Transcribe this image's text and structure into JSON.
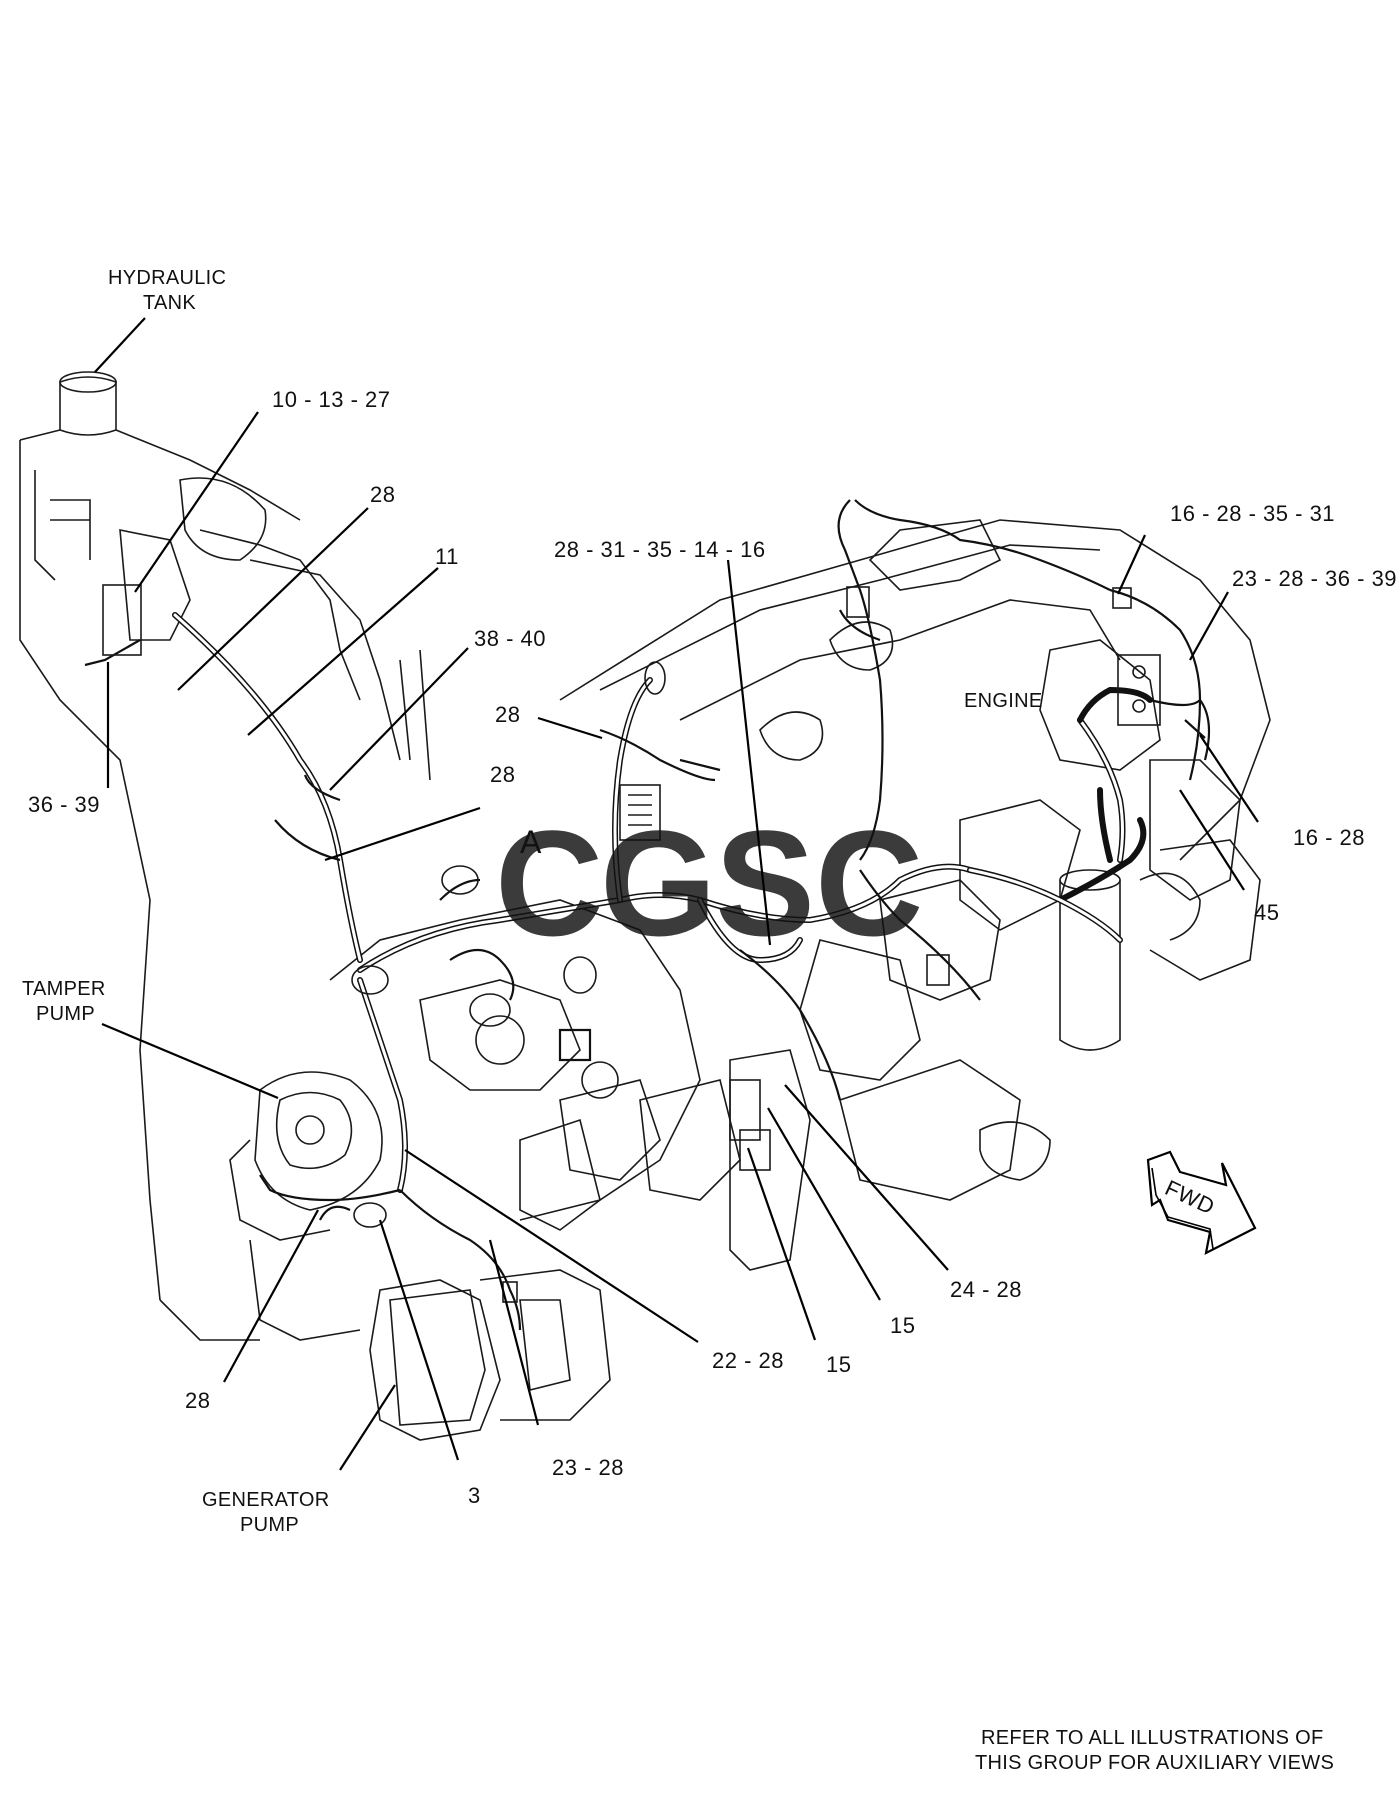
{
  "callouts": {
    "hydraulic_tank_1": "HYDRAULIC",
    "hydraulic_tank_2": "TANK",
    "c_10_13_27": "10 - 13 - 27",
    "c_28_a": "28",
    "c_11": "11",
    "c_38_40": "38 - 40",
    "c_28_b": "28",
    "c_28_c": "28",
    "c_36_39": "36 - 39",
    "c_28_31_35_14_16": "28 - 31 - 35 - 14 - 16",
    "c_16_28_35_31": "16 - 28 - 35 - 31",
    "c_23_28_36_39": "23 - 28 - 36 - 39",
    "engine": "ENGINE",
    "c_16_28": "16 - 28",
    "c_45": "45",
    "view_a": "A",
    "tamper_pump_1": "TAMPER",
    "tamper_pump_2": "PUMP",
    "fwd": "FWD",
    "c_24_28": "24 - 28",
    "c_15_a": "15",
    "c_15_b": "15",
    "c_22_28": "22 - 28",
    "c_28_d": "28",
    "c_23_28": "23 - 28",
    "c_3": "3",
    "generator_pump_1": "GENERATOR",
    "generator_pump_2": "PUMP"
  },
  "footer": {
    "line1": "REFER TO ALL ILLUSTRATIONS OF",
    "line2": "THIS GROUP FOR AUXILIARY VIEWS"
  },
  "watermark": {
    "text": "CGSC",
    "colors": [
      "#4285F4",
      "#EA4335",
      "#FBBC05",
      "#34A853"
    ]
  }
}
